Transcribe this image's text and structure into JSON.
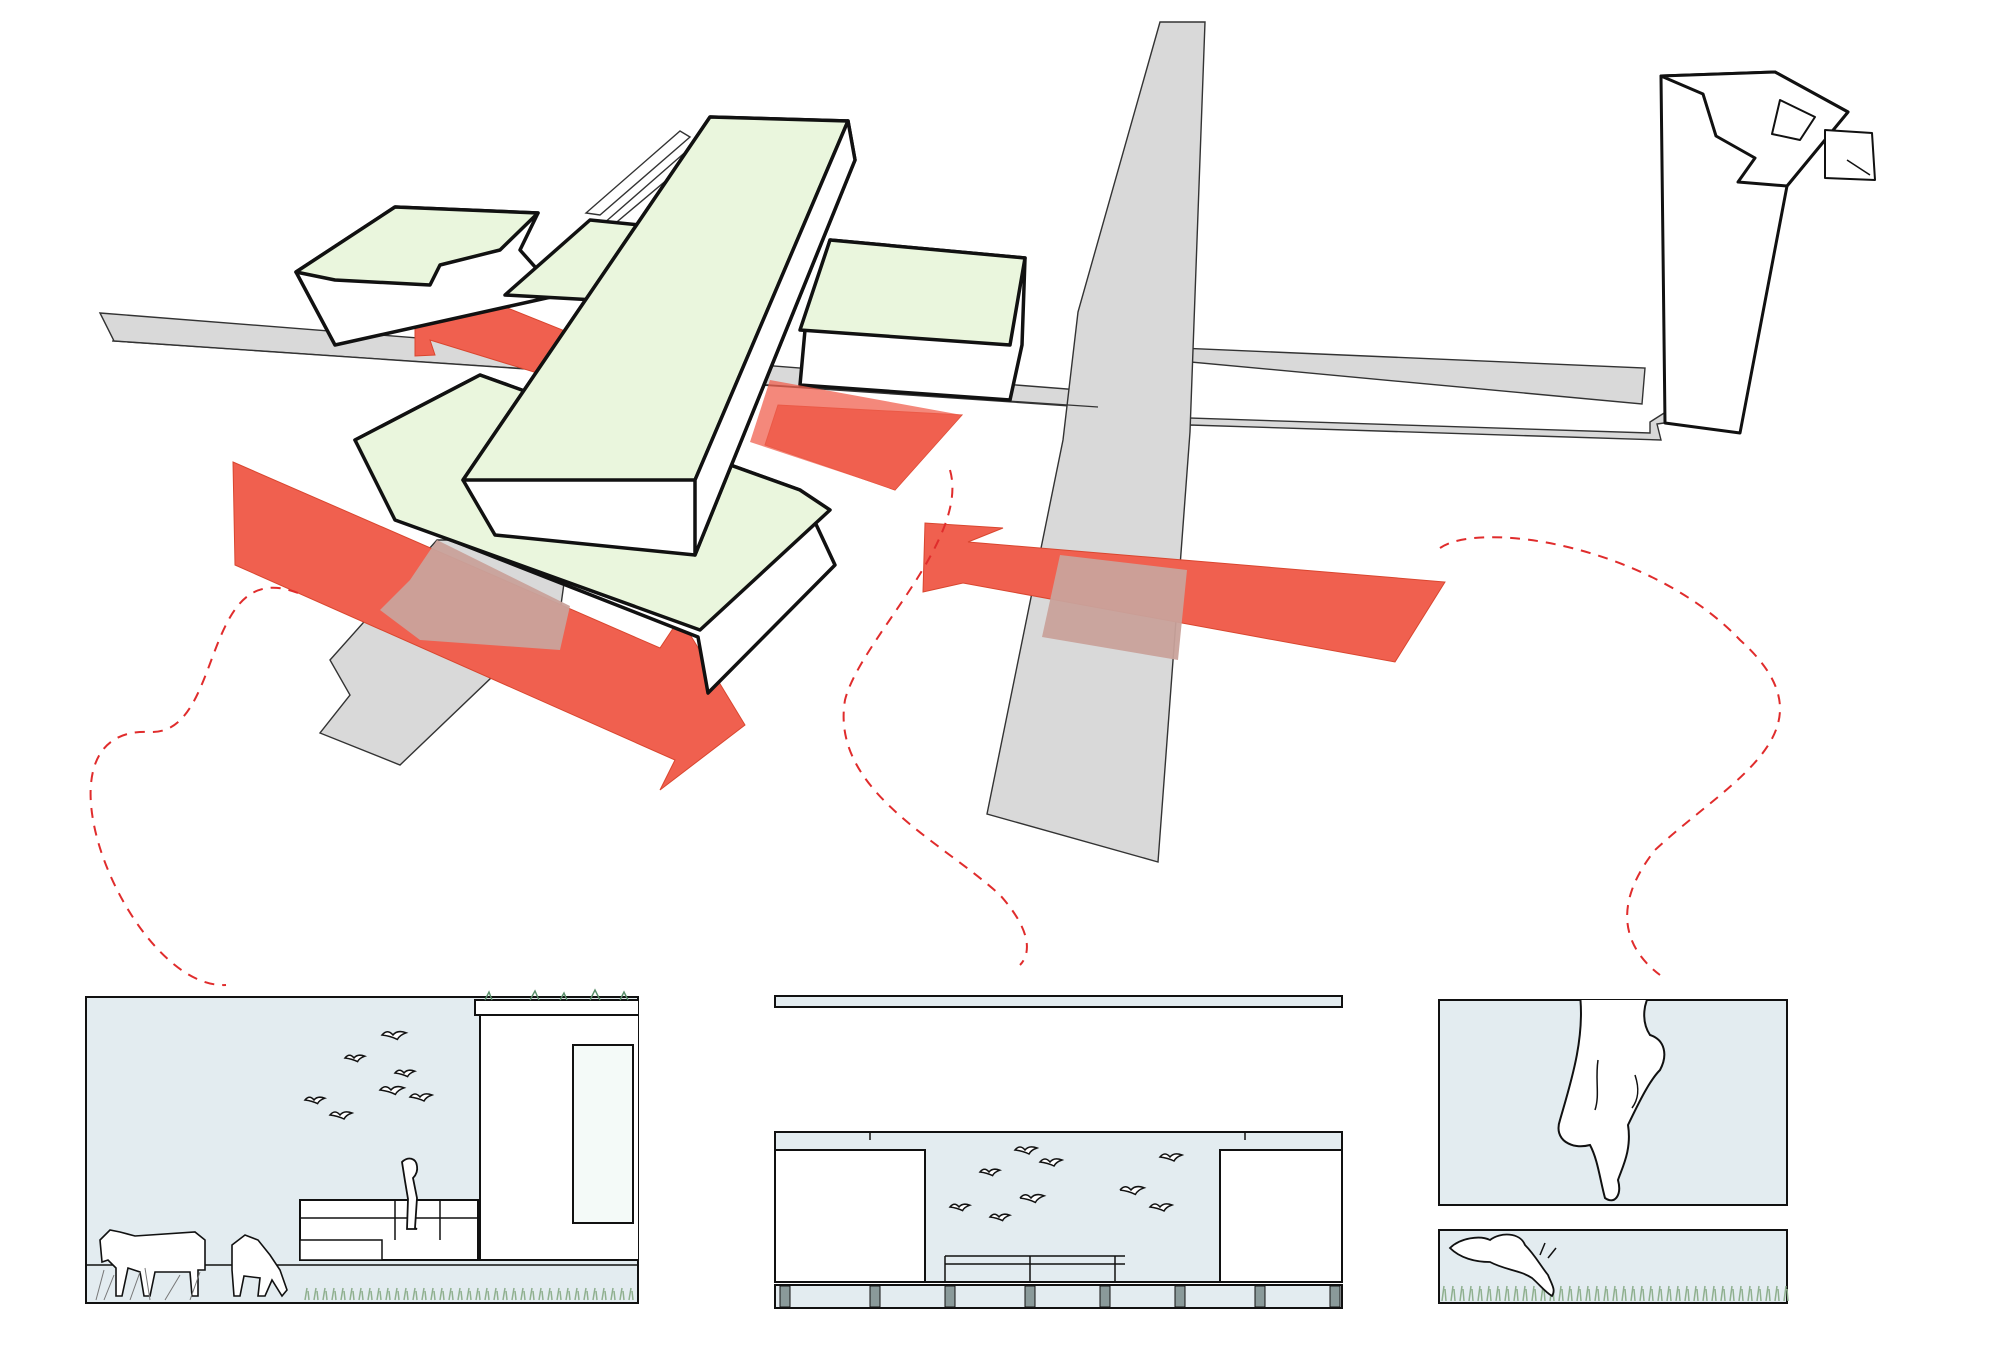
{
  "colors": {
    "background": "#ffffff",
    "road": "#d9d9d9",
    "roof": "#eaf6dd",
    "arrow": "#f0604f",
    "arrow_overlap": "#c9a29b",
    "dash": "#e02c2c",
    "sky": "#e3ecf0",
    "outline": "#111111",
    "grass": "#9ab79a"
  },
  "diagram": {
    "text": []
  },
  "elements": {
    "roads": [
      "main-road",
      "cross-road",
      "side-parcel"
    ],
    "buildings": [
      "tower",
      "long-bar-block",
      "west-block",
      "east-block",
      "south-block",
      "rear-wing"
    ],
    "flows": [
      "west-arrow",
      "south-arrow",
      "east-arrow",
      "center-arrow"
    ],
    "callouts": [
      "callout-left",
      "callout-center",
      "callout-right"
    ],
    "sections": [
      "section-left",
      "section-center",
      "section-right"
    ]
  },
  "icons": [
    "cow-icon",
    "bird-icon",
    "person-icon",
    "hand-icon",
    "goat-icon",
    "grass-icon"
  ]
}
